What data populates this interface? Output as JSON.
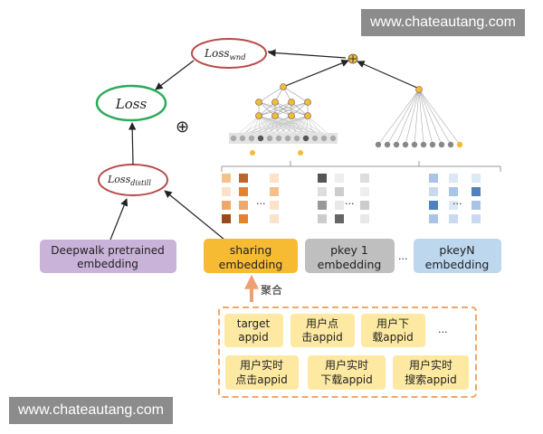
{
  "watermark": {
    "text": "www.chateautang.com"
  },
  "losses": {
    "wnd": {
      "base": "Loss",
      "sub": "wnd"
    },
    "main": {
      "text": "Loss"
    },
    "distill": {
      "base": "Loss",
      "sub": "distill"
    },
    "combine_symbol": "⊕"
  },
  "embeddings": {
    "deepwalk": {
      "line1": "Deepwalk pretrained",
      "line2": "embedding",
      "color": "#c9b3d9"
    },
    "sharing": {
      "line1": "sharing",
      "line2": "embedding",
      "color": "#f6bb33"
    },
    "pkey1": {
      "line1": "pkey 1",
      "line2": "embedding",
      "color": "#bfbfbf"
    },
    "pkeyN": {
      "line1": "pkeyN",
      "line2": "embedding",
      "color": "#bdd7ee"
    },
    "between_dots": "..."
  },
  "aggregate": {
    "label": "聚合"
  },
  "features": {
    "row1": [
      {
        "line1": "target",
        "line2": "appid"
      },
      {
        "line1": "用户点",
        "line2": "击appid"
      },
      {
        "line1": "用户下",
        "line2": "载appid"
      }
    ],
    "row1_dots": "...",
    "row2": [
      {
        "line1": "用户实时",
        "line2": "点击appid"
      },
      {
        "line1": "用户实时",
        "line2": "下载appid"
      },
      {
        "line1": "用户实时",
        "line2": "搜索appid"
      }
    ]
  },
  "matrix_dots": "...",
  "colors": {
    "loss_wnd_border": "#b84a4a",
    "loss_main_border": "#2eaa5a",
    "loss_distill_border": "#b84a4a",
    "feature_box": "#fde9a1",
    "feature_border": "#f0a868",
    "aggregate_arrow": "#f0a070"
  }
}
